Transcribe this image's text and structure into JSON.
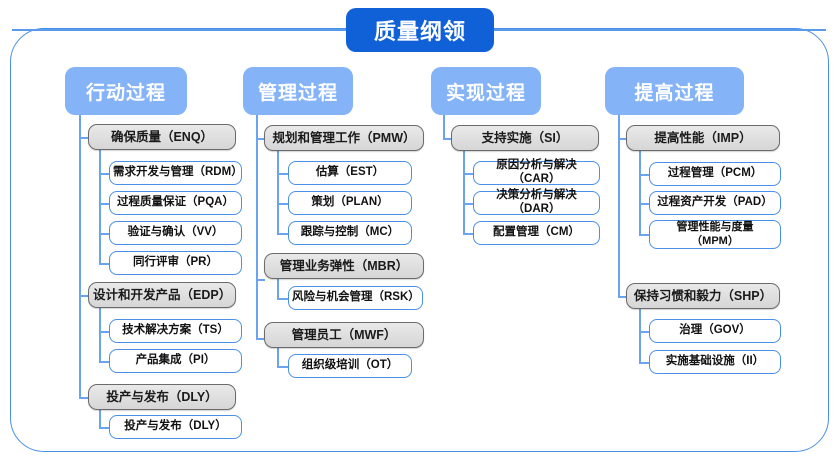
{
  "diagram": {
    "root": {
      "label": "质量纲领"
    },
    "columns": [
      {
        "header": "行动过程",
        "groups": [
          {
            "label": "确保质量（ENQ）",
            "children": [
              "需求开发与管理（RDM）",
              "过程质量保证（PQA）",
              "验证与确认（VV）",
              "同行评审（PR）"
            ]
          },
          {
            "label": "设计和开发产品（EDP）",
            "children": [
              "技术解决方案（TS）",
              "产品集成（PI）"
            ]
          },
          {
            "label": "投产与发布（DLY）",
            "children": [
              "投产与发布（DLY）"
            ]
          }
        ]
      },
      {
        "header": "管理过程",
        "groups": [
          {
            "label": "规划和管理工作（PMW）",
            "children": [
              "估算（EST）",
              "策划（PLAN）",
              "跟踪与控制（MC）"
            ]
          },
          {
            "label": "管理业务弹性（MBR）",
            "children": [
              "风险与机会管理（RSK）"
            ]
          },
          {
            "label": "管理员工（MWF）",
            "children": [
              "组织级培训（OT）"
            ]
          }
        ]
      },
      {
        "header": "实现过程",
        "groups": [
          {
            "label": "支持实施（SI）",
            "children": [
              "原因分析与解决（CAR）",
              "决策分析与解决（DAR）",
              "配置管理（CM）"
            ]
          }
        ]
      },
      {
        "header": "提高过程",
        "groups": [
          {
            "label": "提高性能（IMP）",
            "children": [
              "过程管理（PCM）",
              "过程资产开发（PAD）",
              "管理性能与度量\n（MPM）"
            ]
          },
          {
            "label": "保持习惯和毅力（SHP）",
            "children": [
              "治理（GOV）",
              "实施基础设施（II）"
            ]
          }
        ]
      }
    ],
    "colors": {
      "root_fill": "#1060d8",
      "header_fill": "#85b3f7",
      "group_fill": "#e0e0e0",
      "group_border": "#6b6b6b",
      "leaf_border": "#4a90e8",
      "connector": "#6aa4ee",
      "frame_border": "#4a90e8"
    }
  }
}
